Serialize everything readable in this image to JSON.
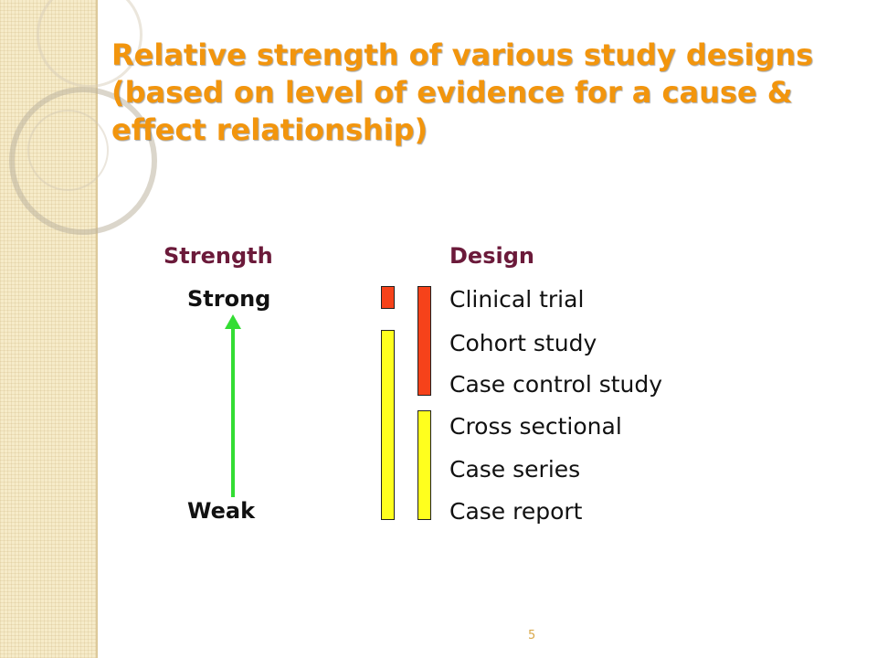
{
  "slide": {
    "title_lines": [
      "Relative strength of various study designs",
      "(based on level of evidence for a cause &",
      "effect relationship)"
    ],
    "page_number": "5"
  },
  "strength": {
    "header": "Strength",
    "strong_label": "Strong",
    "weak_label": "Weak"
  },
  "design": {
    "header": "Design",
    "items": [
      "Clinical trial",
      "Cohort study",
      "Case control study",
      "Cross sectional",
      "Case series",
      "Case report"
    ]
  },
  "colors": {
    "title": "#f2950d",
    "header": "#6b1a3a",
    "bar_red": "#f6421a",
    "bar_yellow": "#ffff1e",
    "arrow": "#33dd33"
  }
}
